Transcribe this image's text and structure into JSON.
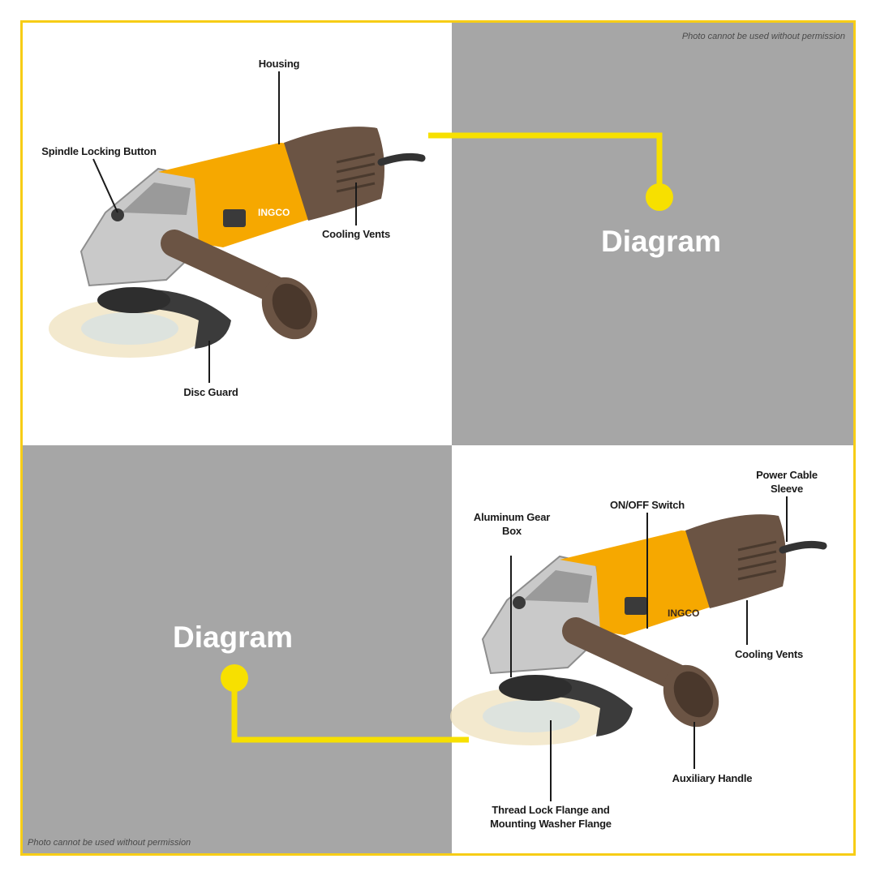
{
  "watermark": "Photo cannot be used without permission",
  "section_titles": {
    "top": "Diagram",
    "bottom": "Diagram"
  },
  "colors": {
    "frame": "#f7cd16",
    "panel_gray": "#a6a6a6",
    "connector": "#f7e000",
    "housing_yellow": "#f6a800",
    "grip_brown": "#6b5444",
    "gearbox_silver": "#c8c8c8"
  },
  "top_diagram": {
    "labels": {
      "housing": "Housing",
      "spindle_lock": "Spindle Locking Button",
      "cooling_vents": "Cooling Vents",
      "disc_guard": "Disc Guard"
    },
    "brand": "INGCO"
  },
  "bottom_diagram": {
    "labels": {
      "gear_box_1": "Aluminum Gear",
      "gear_box_2": "Box",
      "switch": "ON/OFF Switch",
      "cable_1": "Power Cable",
      "cable_2": "Sleeve",
      "cooling_vents": "Cooling Vents",
      "aux_handle": "Auxiliary Handle",
      "flange_1": "Thread Lock Flange and",
      "flange_2": "Mounting Washer Flange"
    },
    "brand": "INGCO"
  }
}
